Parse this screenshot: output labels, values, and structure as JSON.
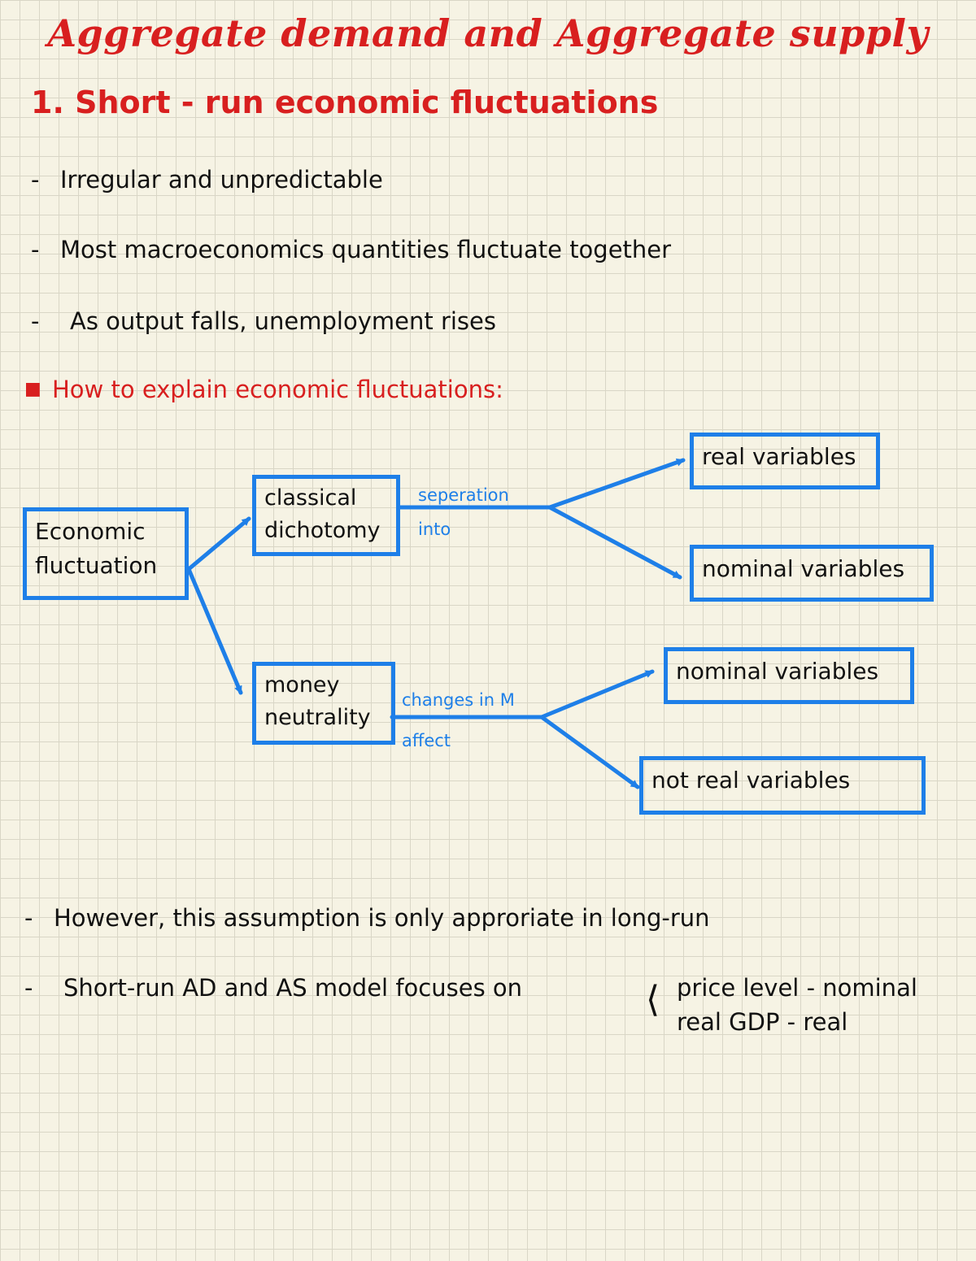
{
  "title": "Aggregate demand and Aggregate supply",
  "section_heading": "1. Short - run economic fluctuations",
  "bullets": [
    "Irregular and unpredictable",
    "Most macroeconomics quantities fluctuate together",
    "As output falls, unemployment rises"
  ],
  "question": "How to explain economic fluctuations:",
  "diagram": {
    "root": "Economic fluctuation",
    "classical": "classical dichotomy",
    "classical_edge_label": "seperation into",
    "classical_outputs": [
      "real variables",
      "nominal variables"
    ],
    "money": "money neutrality",
    "money_edge_label": "changes in M affect",
    "money_outputs": [
      "nominal variables",
      "not real variables"
    ]
  },
  "notes": [
    "However, this assumption is only approriate in long-run",
    "Short-run AD and AS model focuses on"
  ],
  "focus_items": [
    "price level - nominal",
    "real GDP - real"
  ],
  "colors": {
    "heading_red": "#d81f1f",
    "diagram_blue": "#1e7fe8",
    "paper": "#f6f3e4"
  }
}
